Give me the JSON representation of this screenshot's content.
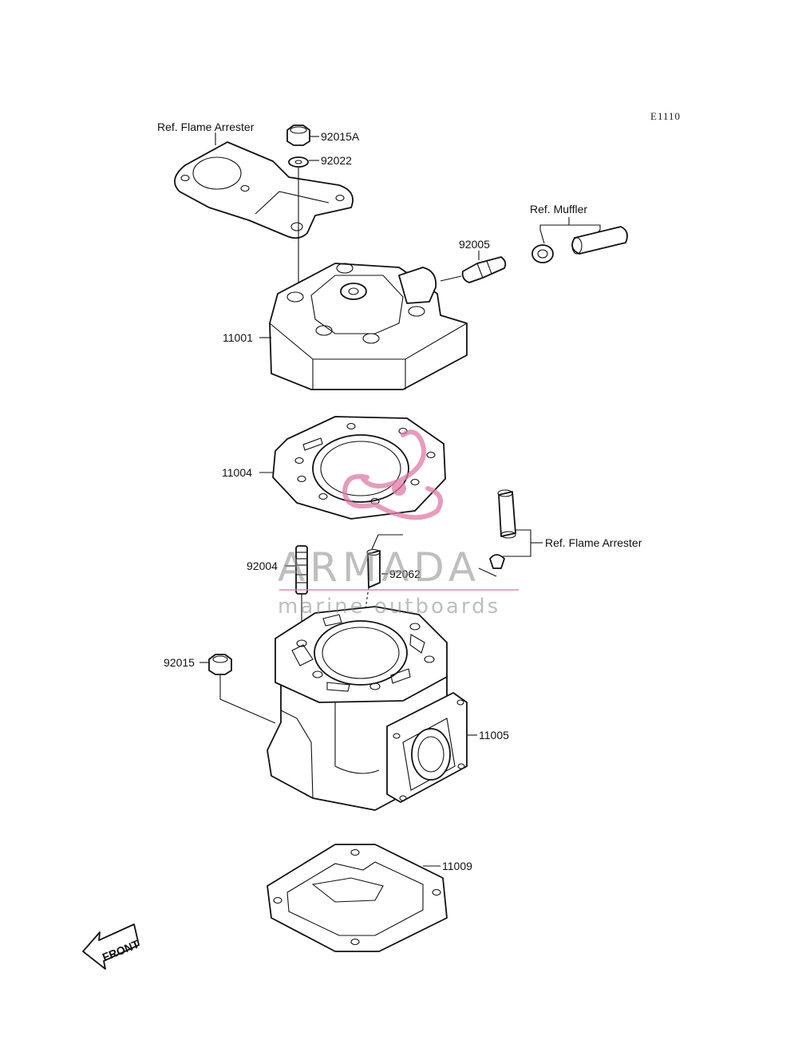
{
  "diagram": {
    "code": "E1110",
    "labels": {
      "ref_flame_arrester_top": "Ref. Flame Arrester",
      "ref_muffler": "Ref. Muffler",
      "ref_flame_arrester_right": "Ref. Flame Arrester",
      "p92015A": "92015A",
      "p92022": "92022",
      "p92005": "92005",
      "p11001": "11001",
      "p11004": "11004",
      "p92004": "92004",
      "p92062": "92062",
      "p92015": "92015",
      "p11005": "11005",
      "p11009": "11009"
    },
    "front_arrow": "FRONT"
  },
  "watermark": {
    "brand": "ARMADA",
    "tagline": "marine outboards",
    "accent_color": "#e07aa8"
  }
}
